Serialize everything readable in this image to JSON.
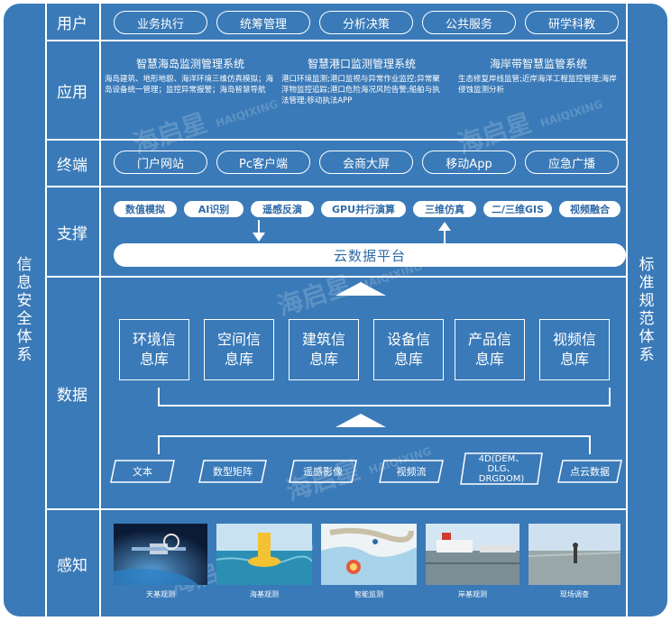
{
  "left_side_label": "信息安全体系",
  "right_side_label": "标准规范体系",
  "watermark": "海启星",
  "watermark_sub": "HAIQIXING",
  "layers": {
    "user": {
      "label": "用户",
      "items": [
        "业务执行",
        "统筹管理",
        "分析决策",
        "公共服务",
        "研学科教"
      ]
    },
    "app": {
      "label": "应用",
      "systems": [
        {
          "title": "智慧海岛监测管理系统",
          "desc": "海岛建筑、地形地貌、海洋环境三维仿真模拟；海岛设备统一管理；监控异常报警；海岛智慧导航"
        },
        {
          "title": "智慧港口监测管理系统",
          "desc": "港口环境监测;港口监视与异常作业监控;异常聚浮物监控追踪;港口危险海况风险告警;船舶与执法管理;移动执法APP"
        },
        {
          "title": "海岸带智慧监管系统",
          "desc": "生态修复岸线监管;近岸海洋工程监控管理;海岸侵蚀监测分析"
        }
      ]
    },
    "terminal": {
      "label": "终端",
      "items": [
        "门户网站",
        "Pc客户端",
        "会商大屏",
        "移动App",
        "应急广播"
      ]
    },
    "support": {
      "label": "支撑",
      "items": [
        "数值模拟",
        "AI识别",
        "遥感反演",
        "GPU并行演算",
        "三维仿真",
        "二/三维GIS",
        "视频融合"
      ],
      "platform": "云数据平台"
    },
    "data": {
      "label": "数据",
      "libraries": [
        "环境信息库",
        "空间信息库",
        "建筑信息库",
        "设备信息库",
        "产品信息库",
        "视频信息库"
      ],
      "sources": [
        "文本",
        "数型矩阵",
        "遥感影像",
        "视频流",
        "4D(DEM、DLG、DRGDOM)",
        "点云数据"
      ]
    },
    "sense": {
      "label": "感知",
      "items": [
        "天基观测",
        "海基观测",
        "智能监测",
        "岸基观测",
        "现场调查"
      ]
    }
  },
  "colors": {
    "background": "#3a7ab8",
    "line": "#ffffff",
    "pill_text": "#2f6aa6"
  }
}
